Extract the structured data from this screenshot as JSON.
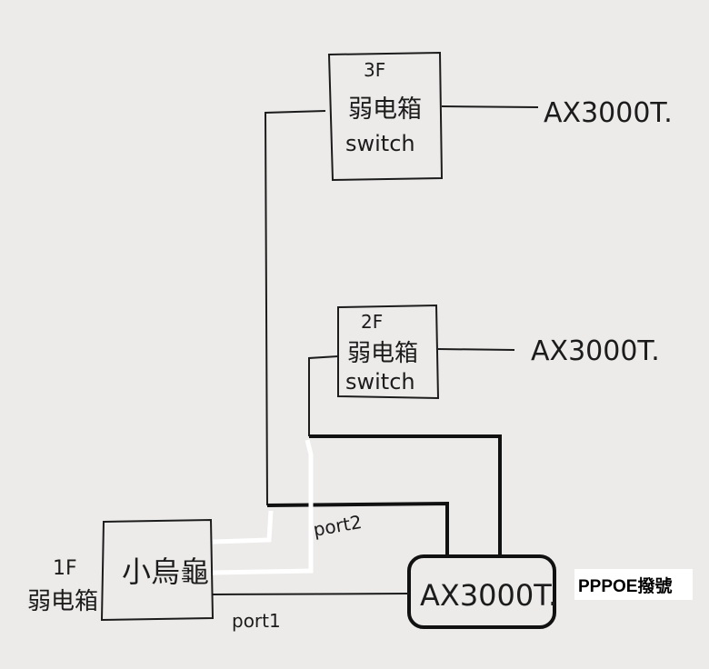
{
  "nodes": {
    "floor3": {
      "floor": "3F",
      "line1": "弱电箱",
      "line2": "switch"
    },
    "floor2": {
      "floor": "2F",
      "line1": "弱电箱",
      "line2": "switch"
    },
    "floor1": {
      "floor": "1F",
      "line1": "弱电箱"
    },
    "modem": {
      "label": "小烏龜"
    },
    "main_router": {
      "label": "AX3000T."
    },
    "router_3f": {
      "label": "AX3000T."
    },
    "router_2f": {
      "label": "AX3000T."
    }
  },
  "edge_labels": {
    "port1": "port1",
    "port2": "port2"
  },
  "note": "PPPOE撥號",
  "colors": {
    "ink": "#1c1c1c",
    "thick_ink": "#111111",
    "white_line": "#ffffff",
    "paper": "#ecebea"
  }
}
